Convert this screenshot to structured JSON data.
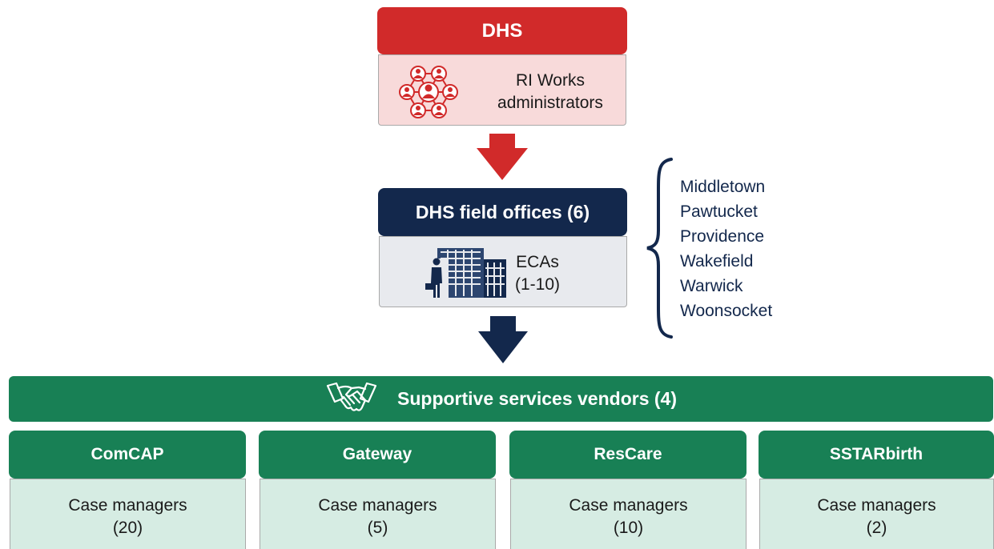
{
  "dhs": {
    "title": "DHS",
    "body_line1": "RI Works",
    "body_line2": "administrators",
    "icon": "people-network-icon"
  },
  "field_offices": {
    "title": "DHS field offices (6)",
    "body_line1": "ECAs",
    "body_line2": "(1-10)",
    "icon": "office-building-person-icon",
    "locations": [
      "Middletown",
      "Pawtucket",
      "Providence",
      "Wakefield",
      "Warwick",
      "Woonsocket"
    ]
  },
  "vendors": {
    "title": "Supportive services vendors (4)",
    "icon": "handshake-icon",
    "items": [
      {
        "name": "ComCAP",
        "role": "Case managers",
        "count": "(20)"
      },
      {
        "name": "Gateway",
        "role": "Case managers",
        "count": "(5)"
      },
      {
        "name": "ResCare",
        "role": "Case managers",
        "count": "(10)"
      },
      {
        "name": "SSTARbirth",
        "role": "Case managers",
        "count": "(2)"
      }
    ]
  },
  "colors": {
    "dhs_red": "#d12a2a",
    "dhs_pink": "#f8dada",
    "navy": "#13284c",
    "gray_fill": "#e8eaee",
    "green": "#188055",
    "green_light": "#d6ece3"
  }
}
